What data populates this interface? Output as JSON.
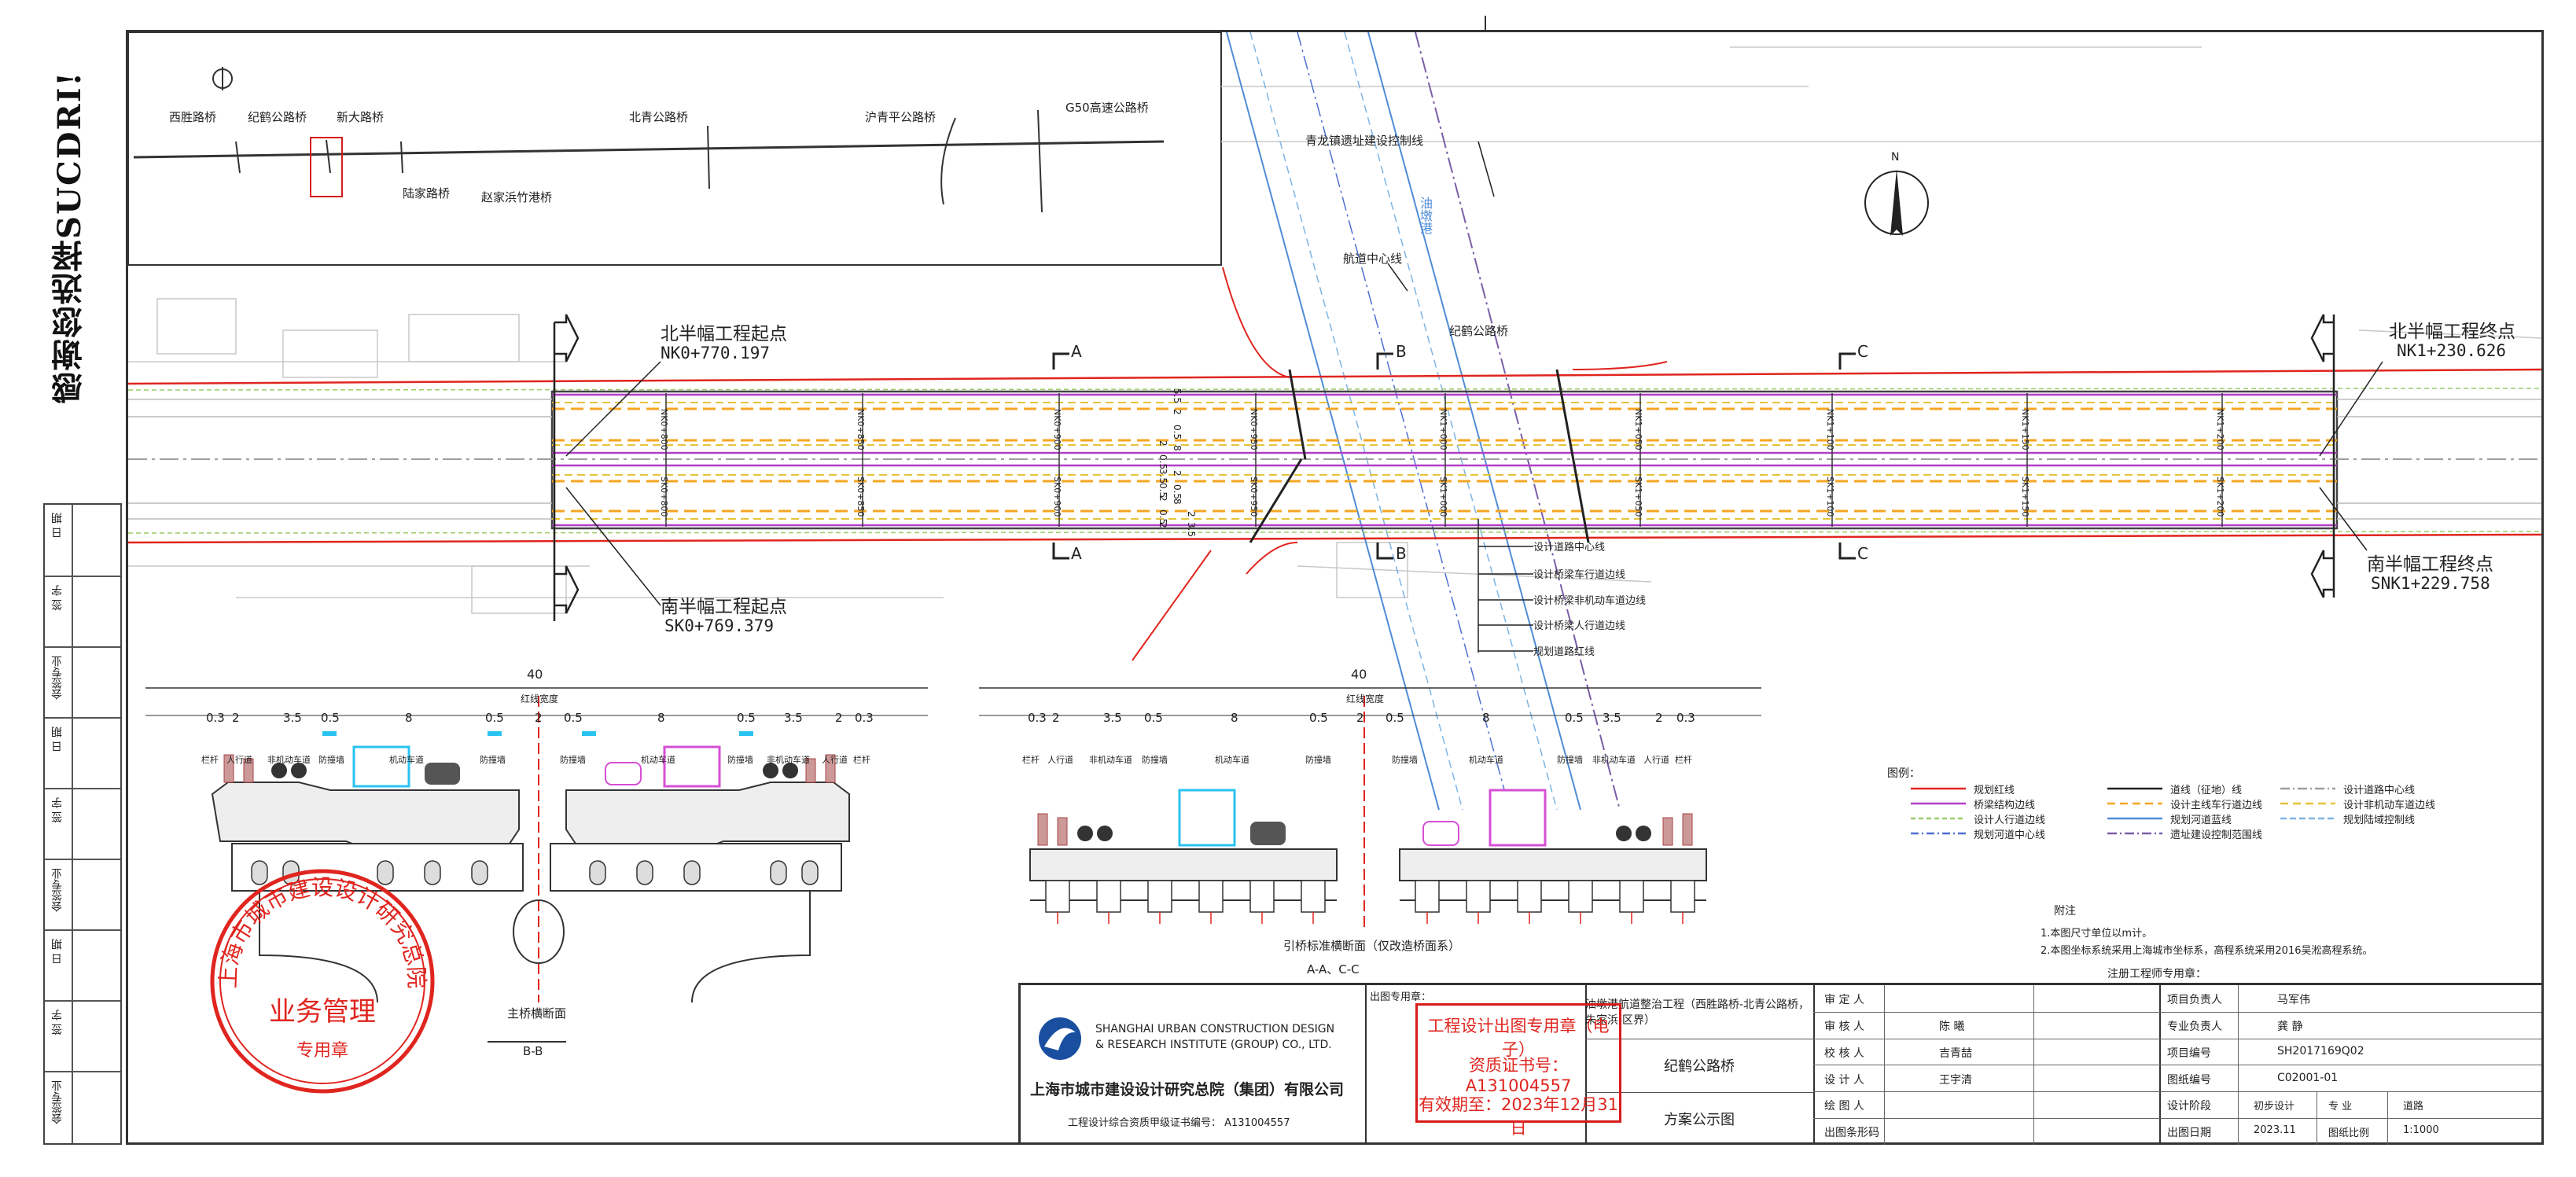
{
  "sidebar": {
    "slogan": "感谢您选择SUCDRI!",
    "rows": [
      "日 期",
      "签 字",
      "会签专业",
      "日 期",
      "签 字",
      "会签专业",
      "日 期",
      "签 字",
      "会签专业"
    ]
  },
  "keymap": {
    "bridges": [
      "西胜路桥",
      "纪鹤公路桥",
      "新大路桥",
      "北青公路桥",
      "沪青平公路桥",
      "G50高速公路桥",
      "陆家路桥",
      "赵家浜竹港桥"
    ]
  },
  "plan": {
    "annotations": {
      "qinglong_line": "青龙镇遗址建设控制线",
      "channel_centerline": "航道中心线",
      "river": "油墩港",
      "bridge": "纪鹤公路桥",
      "north": "N",
      "north_start_label": "北半幅工程起点",
      "north_start_chainage": "NK0+770.197",
      "south_start_label": "南半幅工程起点",
      "south_start_chainage": "SK0+769.379",
      "north_end_label": "北半幅工程终点",
      "north_end_chainage": "NK1+230.626",
      "south_end_label": "南半幅工程终点",
      "south_end_chainage": "SNK1+229.758",
      "section_a": "A",
      "section_b": "B",
      "section_c": "C"
    },
    "nk_stations": [
      "NK0+800",
      "NK0+850",
      "NK0+900",
      "NK0+950",
      "NK1+000",
      "NK1+050",
      "NK1+100",
      "NK1+150",
      "NK1+200"
    ],
    "sk_stations": [
      "SK0+800",
      "SK0+850",
      "SK0+900",
      "SK0+950",
      "SK1+000",
      "SK1+050",
      "SK1+100",
      "SK1+150",
      "SK1+200"
    ],
    "callouts": [
      "设计道路中心线",
      "设计桥梁车行道边线",
      "设计桥梁非机动车道边线",
      "设计桥梁人行道边线",
      "规划道路红线"
    ],
    "dims_vertical": [
      "5.5",
      "2",
      "0.5",
      "2",
      "0.5",
      "8",
      "3.5",
      "2",
      "0.5",
      "0.5",
      "2",
      "8",
      "0.5",
      "2",
      "3.5",
      "2"
    ]
  },
  "section_bb": {
    "total_width": "40",
    "red_line": "红线宽度",
    "dims": [
      "0.3",
      "2",
      "3.5",
      "0.5",
      "8",
      "0.5",
      "2",
      "0.5",
      "8",
      "0.5",
      "3.5",
      "2",
      "0.3"
    ],
    "labels": [
      "栏杆",
      "人行道",
      "非机动车道",
      "防撞墙",
      "机动车道",
      "防撞墙",
      "防撞墙",
      "机动车道",
      "防撞墙",
      "非机动车道",
      "人行道",
      "栏杆"
    ],
    "caption": "主桥横断面",
    "caption_sub": "B-B"
  },
  "section_ac": {
    "total_width": "40",
    "red_line": "红线宽度",
    "dims": [
      "0.3",
      "2",
      "3.5",
      "0.5",
      "8",
      "0.5",
      "2",
      "0.5",
      "8",
      "0.5",
      "3.5",
      "2",
      "0.3"
    ],
    "labels": [
      "栏杆",
      "人行道",
      "非机动车道",
      "防撞墙",
      "机动车道",
      "防撞墙",
      "防撞墙",
      "机动车道",
      "防撞墙",
      "非机动车道",
      "人行道",
      "栏杆"
    ],
    "caption": "引桥标准横断面（仅改造桥面系）",
    "caption_sub": "A-A、C-C"
  },
  "stamp_round": {
    "text_top": "上海市城市建设设计研究总院",
    "text_mid": "业务管理",
    "text_bot": "专用章"
  },
  "legend": {
    "title": "图例：",
    "items": [
      {
        "label": "规划红线",
        "color": "#e0251f",
        "dash": ""
      },
      {
        "label": "桥梁结构边线",
        "color": "#b23ec7",
        "dash": ""
      },
      {
        "label": "设计人行道边线",
        "color": "#9ccc65",
        "dash": "6 4"
      },
      {
        "label": "规划河道中心线",
        "color": "#4f6fd0",
        "dash": "10 4 2 4"
      },
      {
        "label": "道线（征地）线",
        "color": "#222222",
        "dash": ""
      },
      {
        "label": "设计主线车行道边线",
        "color": "#f5a623",
        "dash": "10 6"
      },
      {
        "label": "规划河道蓝线",
        "color": "#4f8cd6",
        "dash": ""
      },
      {
        "label": "遗址建设控制范围线",
        "color": "#7b5ea7",
        "dash": "12 4 2 4"
      },
      {
        "label": "设计道路中心线",
        "color": "#9e9e9e",
        "dash": "12 4 2 4"
      },
      {
        "label": "设计非机动车道边线",
        "color": "#e6c33a",
        "dash": "10 6"
      },
      {
        "label": "规划陆域控制线",
        "color": "#7cb5e6",
        "dash": "8 4"
      }
    ]
  },
  "notes": {
    "title": "附注",
    "lines": [
      "1.本图尺寸单位以m计。",
      "2.本图坐标系统采用上海城市坐标系，高程系统采用2016吴淞高程系统。"
    ],
    "engineer_stamp_label": "注册工程师专用章："
  },
  "titleblock": {
    "company_en_1": "SHANGHAI URBAN CONSTRUCTION DESIGN",
    "company_en_2": "& RESEARCH INSTITUTE (GROUP) CO., LTD.",
    "company_cn": "上海市城市建设设计研究总院（集团）有限公司",
    "cert": "工程设计综合资质甲级证书编号：  A131004557",
    "drawing_stamp_label": "出图专用章：",
    "stamp_lines": [
      "工程设计出图专用章（电子）",
      "资质证书号：A131004557",
      "有效期至：2023年12月31日"
    ],
    "project": "油墩港航道整治工程（西胜路桥-北青公路桥，朱家浜-区界）",
    "bridge_name": "纪鹤公路桥",
    "drawing_title": "方案公示图",
    "roles": [
      "审 定 人",
      "审 核 人",
      "校 核 人",
      "设 计 人",
      "绘 图 人",
      "出图条形码"
    ],
    "names": [
      "",
      "陈 曦",
      "吉青喆",
      "王宇清",
      "",
      ""
    ],
    "right_labels": [
      "项目负责人",
      "专业负责人",
      "项目编号",
      "图纸编号",
      "设计阶段",
      "出图日期"
    ],
    "right_values": [
      "马军伟",
      "龚 静",
      "SH2017169Q02",
      "C02001-01",
      "初步设计",
      "2023.11"
    ],
    "extra_labels": [
      "专 业",
      "图纸比例"
    ],
    "extra_values": [
      "道路",
      "1:1000"
    ]
  },
  "colors": {
    "red": "#e0251f",
    "magenta": "#b23ec7",
    "orange": "#f5a623",
    "blue": "#4f8cd6",
    "cyan": "#29c3ef"
  }
}
